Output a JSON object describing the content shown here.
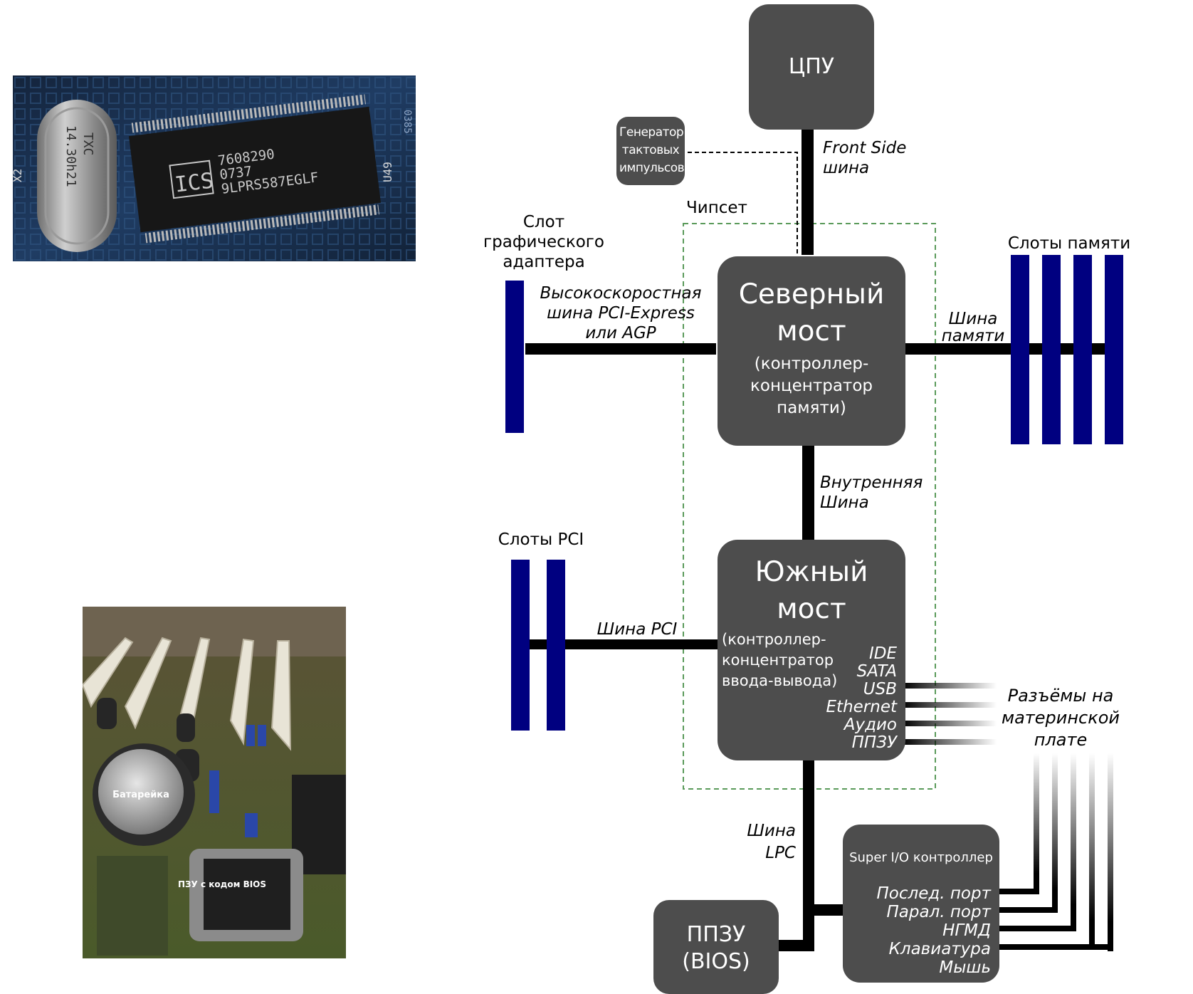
{
  "colors": {
    "box": "#4d4d4d",
    "slot": "#000080",
    "bus": "#000000",
    "chipset_border": "#5a9a5a"
  },
  "photo_chip": {
    "crystal_text": "14.30h21",
    "crystal_brand": "TXC",
    "x2": "X2",
    "chip_logo": "ICS",
    "chip_line1": "7608290",
    "chip_line2": "0737",
    "chip_line3": "9LPRS587EGLF",
    "u49": "U49",
    "board_code": "0385"
  },
  "photo_board": {
    "battery_label": "Батарейка",
    "rom_label": "ПЗУ с кодом BIOS"
  },
  "cpu": {
    "label": "ЦПУ"
  },
  "clock": {
    "label": "Генератор тактовых импульсов"
  },
  "fsb": {
    "label": "Front Side шина"
  },
  "chipset": {
    "label": "Чипсет"
  },
  "northbridge": {
    "title": "Северный мост",
    "subtitle": "(контроллер-концентратор памяти)"
  },
  "southbridge": {
    "title": "Южный мост",
    "subtitle": "(контроллер-концентратор ввода-вывода)",
    "ports": [
      "IDE",
      "SATA",
      "USB",
      "Ethernet",
      "Аудио",
      "ППЗУ"
    ]
  },
  "gfx_slot": {
    "label": "Слот графического адаптера"
  },
  "gfx_bus": {
    "label": "Высокоскоростная шина PCI-Express или AGP"
  },
  "mem_slots": {
    "label": "Слоты памяти"
  },
  "mem_bus": {
    "label": "Шина памяти"
  },
  "internal_bus": {
    "label": "Внутренняя Шина"
  },
  "pci_slots": {
    "label": "Слоты PCI"
  },
  "pci_bus": {
    "label": "Шина PCI"
  },
  "onboard": {
    "label": "Разъёмы на материнской плате"
  },
  "lpc_bus": {
    "label": "Шина LPC"
  },
  "bios": {
    "label": "ППЗУ (BIOS)"
  },
  "superio": {
    "title": "Super I/O контроллер",
    "ports": [
      "Послед. порт",
      "Парал. порт",
      "НГМД",
      "Клавиатура",
      "Мышь"
    ]
  }
}
